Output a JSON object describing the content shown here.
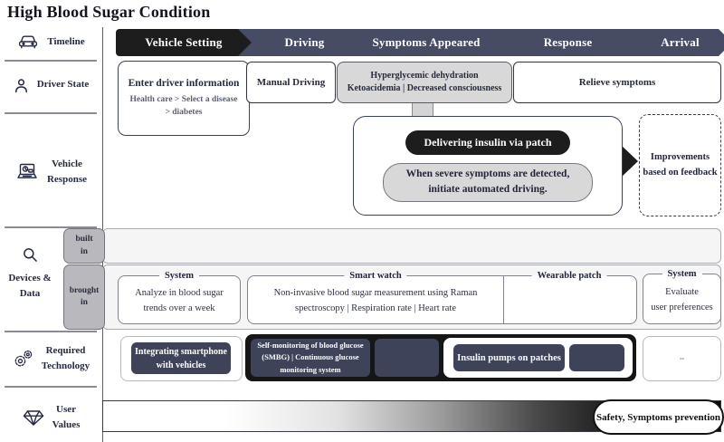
{
  "title": "High Blood Sugar Condition",
  "colors": {
    "stage_first_bg": "#1d1d1d",
    "stage_bg": "#474c65",
    "navy_pill": "#3e435a",
    "gray_box": "#d8d8d8",
    "black_container": "#161616"
  },
  "sidebar": {
    "icons": {
      "timeline": "car-icon",
      "driver_state": "person-icon",
      "vehicle_response": "laptop-icon",
      "devices_data": "magnifier-icon",
      "required_technology": "gears-icon",
      "user_values": "diamond-icon"
    },
    "timeline_label": "Timeline",
    "driver_state_label": "Driver State",
    "vehicle_response_label": {
      "lines": [
        "Vehicle",
        "Response"
      ]
    },
    "devices_data_label": {
      "lines": [
        "Devices &",
        "Data"
      ]
    },
    "required_technology_label": {
      "lines": [
        "Required",
        "Technology"
      ]
    },
    "user_values_label": {
      "lines": [
        "User",
        "Values"
      ]
    }
  },
  "timeline": {
    "stages": [
      "Vehicle Setting",
      "Driving",
      "Symptoms Appeared",
      "Response",
      "Arrival"
    ]
  },
  "driver_state": {
    "enter_info": {
      "title": "Enter driver information",
      "sub_lines": [
        "Health care > Select a disease",
        "> diabetes"
      ]
    },
    "manual_driving": "Manual Driving",
    "symptoms_lines": [
      "Hyperglycemic dehydration",
      "Ketoacidemia | Decreased consciousness"
    ],
    "relieve_symptoms": "Relieve symptoms"
  },
  "vehicle_response": {
    "insulin_pill": "Delivering insulin via patch",
    "automated_lines": [
      "When severe symptoms are detected,",
      "initiate automated driving."
    ],
    "improvements_lines": [
      "Improvements",
      "based on feedback"
    ]
  },
  "devices_data": {
    "built_in_lines": [
      "built",
      "in"
    ],
    "brought_in_lines": [
      "brought",
      "in"
    ],
    "system_box1": {
      "legend": "System",
      "lines": [
        "Analyze in blood sugar",
        "trends over a week"
      ]
    },
    "smart_watch": {
      "legend": "Smart watch",
      "lines": [
        "Non-invasive blood sugar measurement using Raman",
        "spectroscopy | Respiration rate | Heart rate"
      ]
    },
    "wearable_patch": {
      "legend": "Wearable patch"
    },
    "system_box2": {
      "legend": "System",
      "lines": [
        "Evaluate",
        "user preferences"
      ]
    }
  },
  "required_technology": {
    "smartphone_lines": [
      "Integrating smartphone",
      "with vehicles"
    ],
    "smbg_lines": [
      "Self-monitoring of blood glucose",
      "(SMBG) | Continuous glucose",
      "monitoring system"
    ],
    "insulin_pumps": "Insulin pumps on patches"
  },
  "user_values": {
    "badge": "Safety, Symptoms prevention"
  }
}
